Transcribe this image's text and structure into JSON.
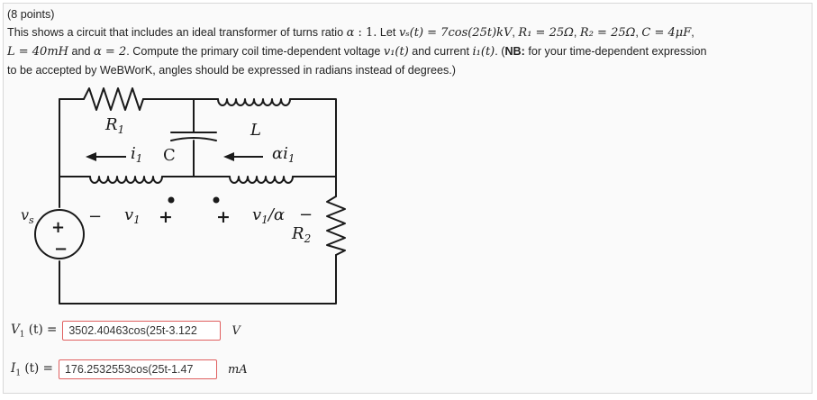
{
  "problem": {
    "points": "(8 points)",
    "line1": {
      "t1": "This shows a circuit that includes an ideal transformer of turns ratio ",
      "alpha": "α",
      "ratio": " : 1.",
      "t2": " Let ",
      "vs_expr": "vₛ(t) = 7cos(25t)kV",
      "sep1": ", ",
      "r1": "R₁ = 25Ω",
      "sep2": ", ",
      "r2": "R₂ = 25Ω",
      "sep3": ", ",
      "c": "C = 4μF",
      "end": ","
    },
    "line2": {
      "l": "L = 40mH",
      "t1": " and ",
      "a": "α = 2",
      "t2": ". Compute the primary coil time-dependent voltage ",
      "v1": "v₁(t)",
      "t3": " and current ",
      "i1": "i₁(t)",
      "t4": ". (",
      "nb": "NB:",
      "t5": " for your time-dependent expression"
    },
    "line3": "to be accepted by WeBWorK, angles should be expressed in radians instead of degrees.)"
  },
  "circuit": {
    "labels": {
      "r1": "R",
      "r1_sub": "1",
      "i1": "i",
      "i1_sub": "1",
      "c": "C",
      "l": "L",
      "ai1": "αi",
      "ai1_sub": "1",
      "vs": "v",
      "vs_sub": "s",
      "minus_left": "−",
      "v1": "v",
      "v1_sub": "1",
      "plus_left": "+",
      "plus_right": "+",
      "v1_over_alpha": "v",
      "v1_over_alpha_sub": "1",
      "v1_over_alpha_tail": "/α",
      "minus_right": "−",
      "r2": "R",
      "r2_sub": "2",
      "source_plus": "+",
      "source_minus": "−"
    }
  },
  "answers": [
    {
      "label_main": "V",
      "label_sub": "1",
      "label_arg": " (t) =",
      "value": "3502.40463cos(25t-3.122",
      "unit": "V"
    },
    {
      "label_main": "I",
      "label_sub": "1",
      "label_arg": " (t) =",
      "value": "176.2532553cos(25t-1.47",
      "unit": "mA"
    }
  ]
}
